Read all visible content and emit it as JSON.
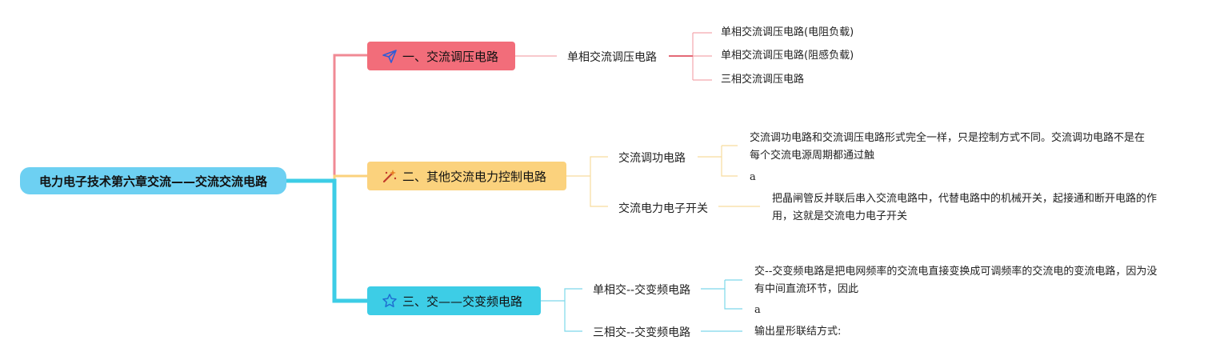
{
  "root": {
    "label": "电力电子技术第六章交流——交流交流电路"
  },
  "branches": [
    {
      "label": "一、交流调压电路",
      "icon": "paper-plane-icon",
      "color": "#f26d7a",
      "children": [
        {
          "label": "单相交流调压电路",
          "children": [
            "单相交流调压电路(电阻负载)",
            "单相交流调压电路(阻感负载)",
            "三相交流调压电路"
          ]
        }
      ]
    },
    {
      "label": "二、其他交流电力控制电路",
      "icon": "magic-wand-icon",
      "color": "#fbd27d",
      "children": [
        {
          "label": "交流调功电路",
          "children": [
            "交流调功电路和交流调压电路形式完全一样，只是控制方式不同。交流调功电路不是在每个交流电源周期都通过触",
            "a"
          ]
        },
        {
          "label": "交流电力电子开关",
          "children": [
            "把晶闸管反并联后串入交流电路中，代替电路中的机械开关，起接通和断开电路的作用，这就是交流电力电子开关"
          ]
        }
      ]
    },
    {
      "label": "三、交——交变频电路",
      "icon": "star-icon",
      "color": "#3dcde6",
      "children": [
        {
          "label": "单相交--交变频电路",
          "children": [
            "交--交变频电路是把电网频率的交流电直接变换成可调频率的交流电的变流电路，因为没有中间直流环节，因此",
            "a"
          ]
        },
        {
          "label": "三相交--交变频电路",
          "children": [
            "输出星形联结方式:"
          ]
        }
      ]
    }
  ]
}
